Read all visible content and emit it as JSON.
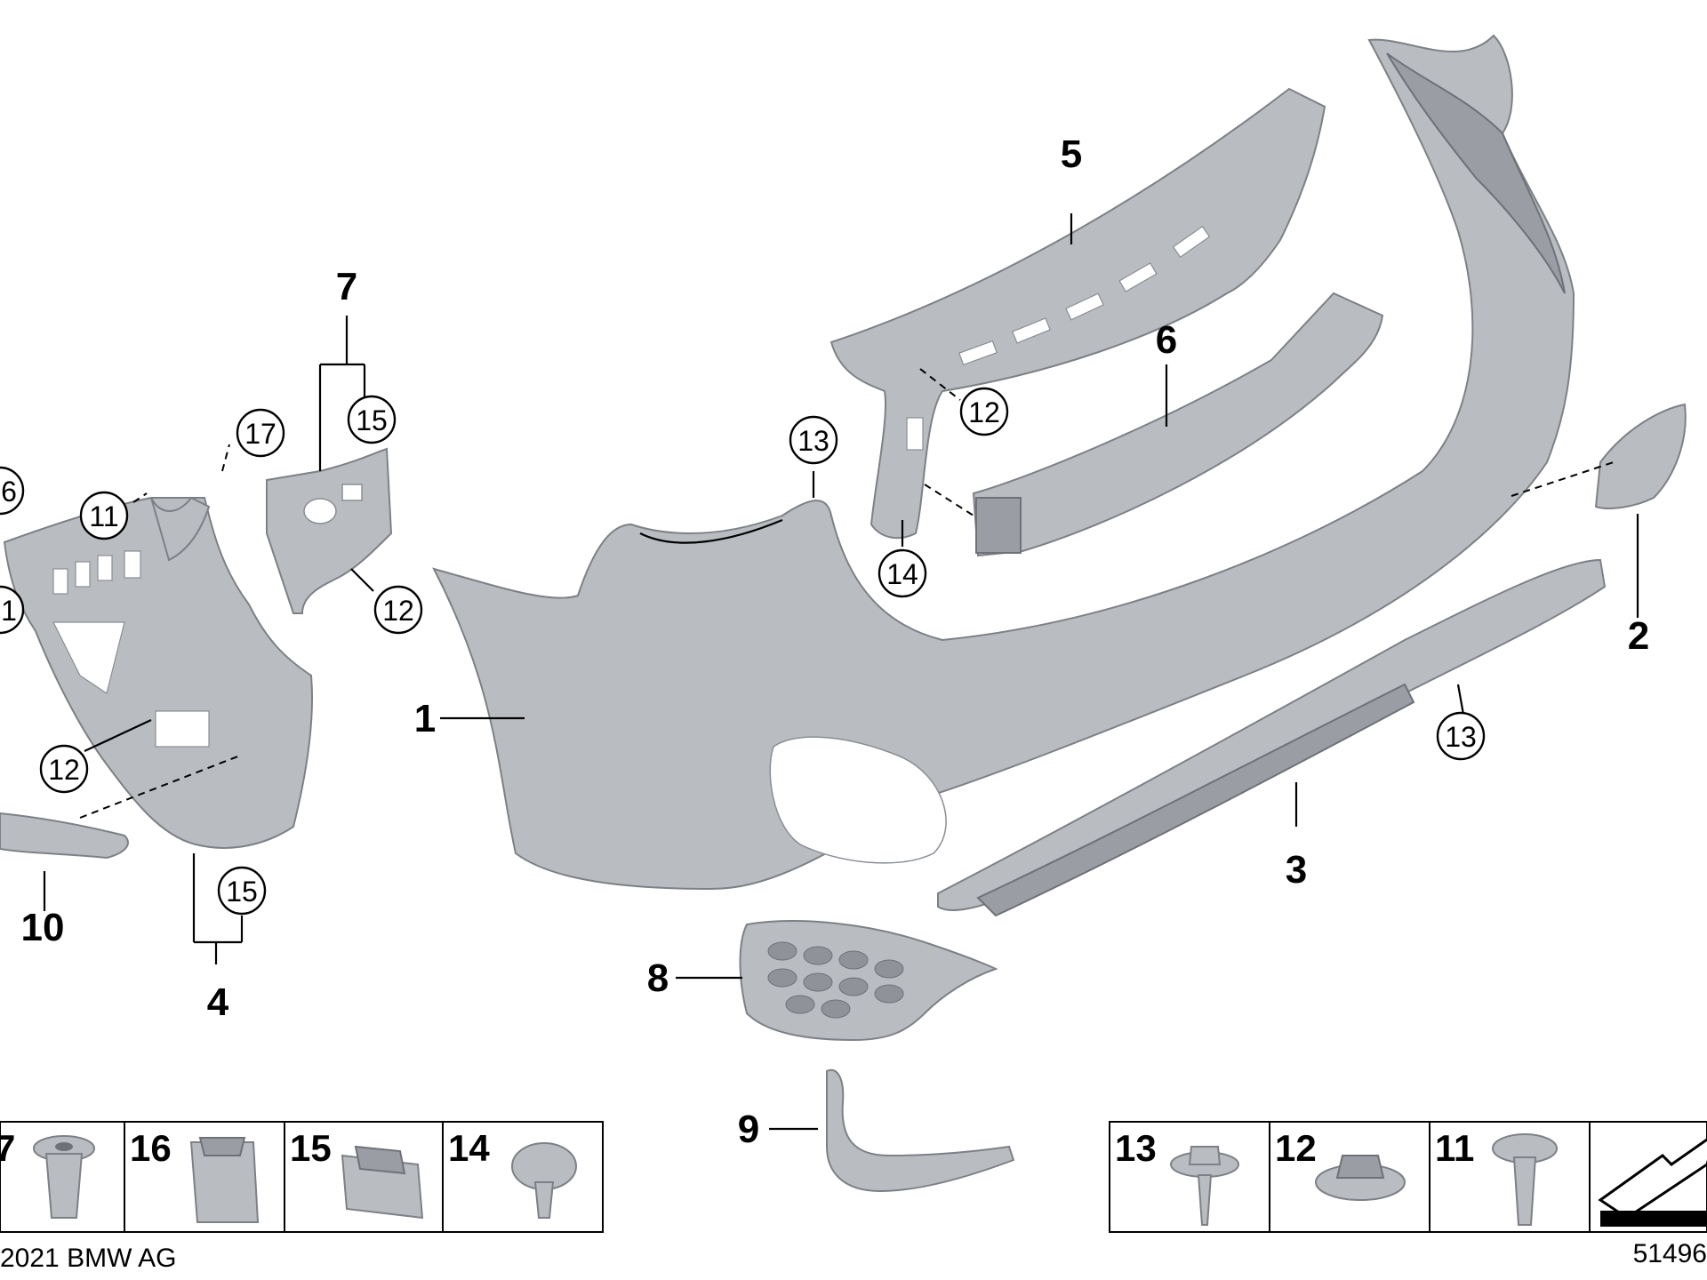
{
  "callouts": {
    "p1": "1",
    "p2": "2",
    "p3": "3",
    "p4": "4",
    "p5": "5",
    "p6": "6",
    "p7": "7",
    "p8": "8",
    "p9": "9",
    "p10": "10"
  },
  "circled": {
    "c12_frame": "12",
    "c13_frame": "13",
    "c14_frame": "14",
    "c15_bracket7": "15",
    "c17": "17",
    "c11": "11",
    "c16_edge": "6",
    "c11_edge": "1",
    "c12_bracket7": "12",
    "c12_grille": "12",
    "c15_bracket4": "15",
    "c13_diffuser": "13"
  },
  "left_table": {
    "cells": [
      "7",
      "16",
      "15",
      "14"
    ]
  },
  "right_table": {
    "cells": [
      "13",
      "12",
      "11"
    ]
  },
  "footer": {
    "copyright": "2021 BMW AG",
    "diagram_id": "51496"
  }
}
